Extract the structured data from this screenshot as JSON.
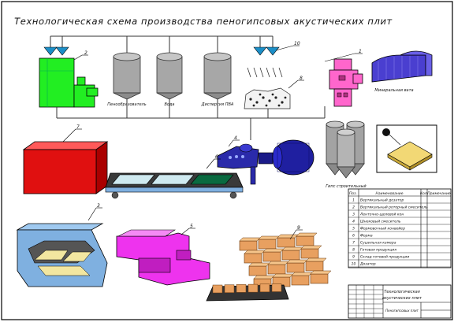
{
  "title": "Технологическая схема производства пеногипсовых акустических плит",
  "equipment_labels": {
    "foam": "Пенообразователь",
    "water": "Вода",
    "pva": "Дисперсия ПВА",
    "mineral_wool": "Минеральная вата",
    "gypsum": "Гипс строительный"
  },
  "callouts": [
    "1",
    "2",
    "3",
    "4",
    "5",
    "6",
    "7",
    "8",
    "9",
    "10"
  ],
  "spec_table": {
    "headers": [
      "Поз.",
      "Наименование",
      "Кол.",
      "Примечание"
    ],
    "rows": [
      {
        "pos": "1",
        "name": "Вертикальный дозатор"
      },
      {
        "pos": "2",
        "name": "Вертикальный роторный смеситель"
      },
      {
        "pos": "3",
        "name": "Ленточно-щелевой кон"
      },
      {
        "pos": "4",
        "name": "Шнековый смеситель"
      },
      {
        "pos": "5",
        "name": "Формовочный конвейер"
      },
      {
        "pos": "6",
        "name": "Форма"
      },
      {
        "pos": "7",
        "name": "Сушильная камера"
      },
      {
        "pos": "8",
        "name": "Готовая продукция"
      },
      {
        "pos": "9",
        "name": "Склад готовой продукции"
      },
      {
        "pos": "10",
        "name": "Дозатор"
      }
    ]
  },
  "title_block": {
    "doc_title_1": "Технологическая",
    "doc_title_2": "акустических плит",
    "org": "Пеногипсовых плит"
  },
  "colors": {
    "frame": "#000000",
    "mixer": "#22ee22",
    "kiln": "#e01010",
    "forming_line": "#7fb0e0",
    "former": "#ee33ee",
    "hangar": "#4a3fd0",
    "doser": "#ff66cc",
    "silo": "#a0a0a0",
    "pump": "#2a2aaa",
    "product": "#e8a060"
  }
}
